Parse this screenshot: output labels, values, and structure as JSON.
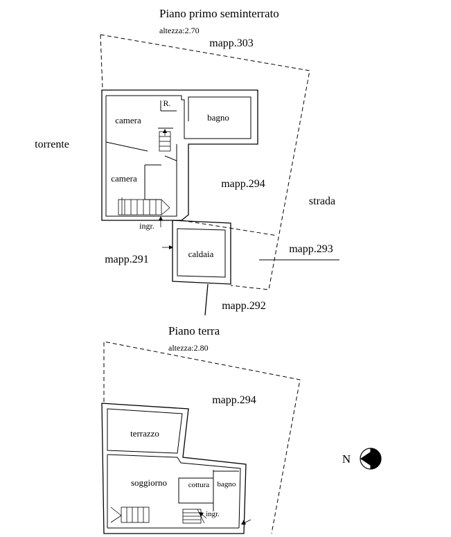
{
  "upper_plan": {
    "title": "Piano primo seminterrato",
    "height_label": "altezza:2.70",
    "parcels": {
      "north": "mapp.303",
      "center": "mapp.294",
      "west": "mapp.291",
      "east": "mapp.293",
      "south": "mapp.292"
    },
    "context": {
      "west": "torrente",
      "east": "strada"
    },
    "rooms": {
      "camera_1": "camera",
      "camera_2": "camera",
      "ripostiglio": "R.",
      "bagno": "bagno",
      "caldaia": "caldaia"
    },
    "entrance": "ingr."
  },
  "lower_plan": {
    "title": "Piano terra",
    "height_label": "altezza:2.80",
    "parcel": "mapp.294",
    "rooms": {
      "terrazzo": "terrazzo",
      "soggiorno": "soggiorno",
      "cottura": "cottura",
      "bagno": "bagno"
    },
    "entrance": "ingr."
  },
  "compass": {
    "label": "N",
    "icon": "north-arrow-icon"
  }
}
